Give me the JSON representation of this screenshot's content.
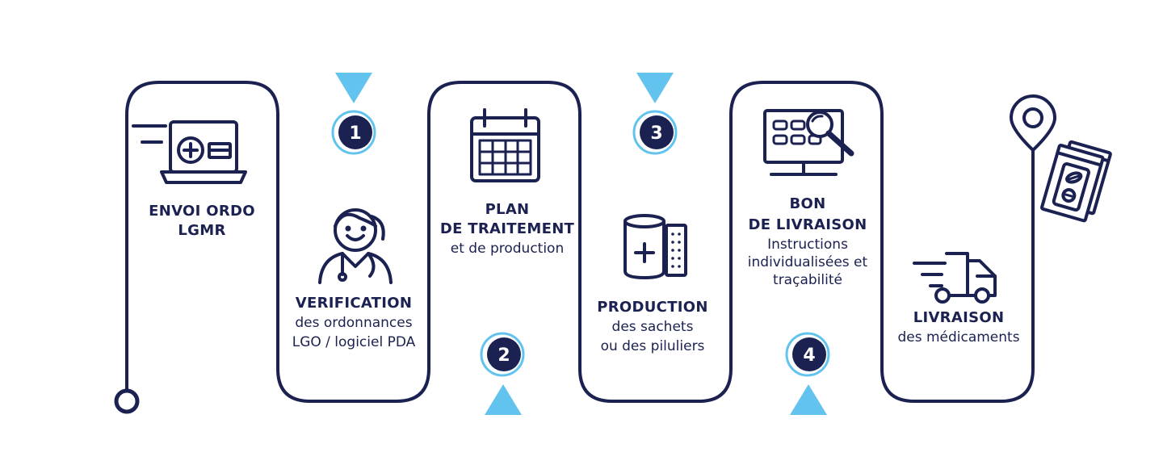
{
  "colors": {
    "navy": "#1b2150",
    "accent": "#62c3ee",
    "background": "#ffffff"
  },
  "steps": [
    {
      "title1": "ENVOI ORDO",
      "title2": "LGMR",
      "icon": "laptop-medical-icon"
    },
    {
      "title1": "VERIFICATION",
      "sub1": "des ordonnances",
      "sub2": "LGO / logiciel PDA",
      "icon": "pharmacist-icon"
    },
    {
      "title1": "PLAN",
      "title2": "DE TRAITEMENT",
      "sub1": "et de production",
      "icon": "calendar-icon"
    },
    {
      "title1": "PRODUCTION",
      "sub1": "des sachets",
      "sub2": "ou des piluliers",
      "icon": "pill-roll-icon"
    },
    {
      "title1": "BON",
      "title2": "DE LIVRAISON",
      "sub1": "Instructions",
      "sub2": "individualisées et",
      "sub3": "traçabilité",
      "icon": "monitor-search-icon"
    },
    {
      "title1": "LIVRAISON",
      "sub1": "des médicaments",
      "icon": "delivery-truck-icon"
    }
  ],
  "badges": [
    "1",
    "2",
    "3",
    "4"
  ],
  "end_icons": [
    "location-pin-icon",
    "pill-sachet-icon"
  ]
}
